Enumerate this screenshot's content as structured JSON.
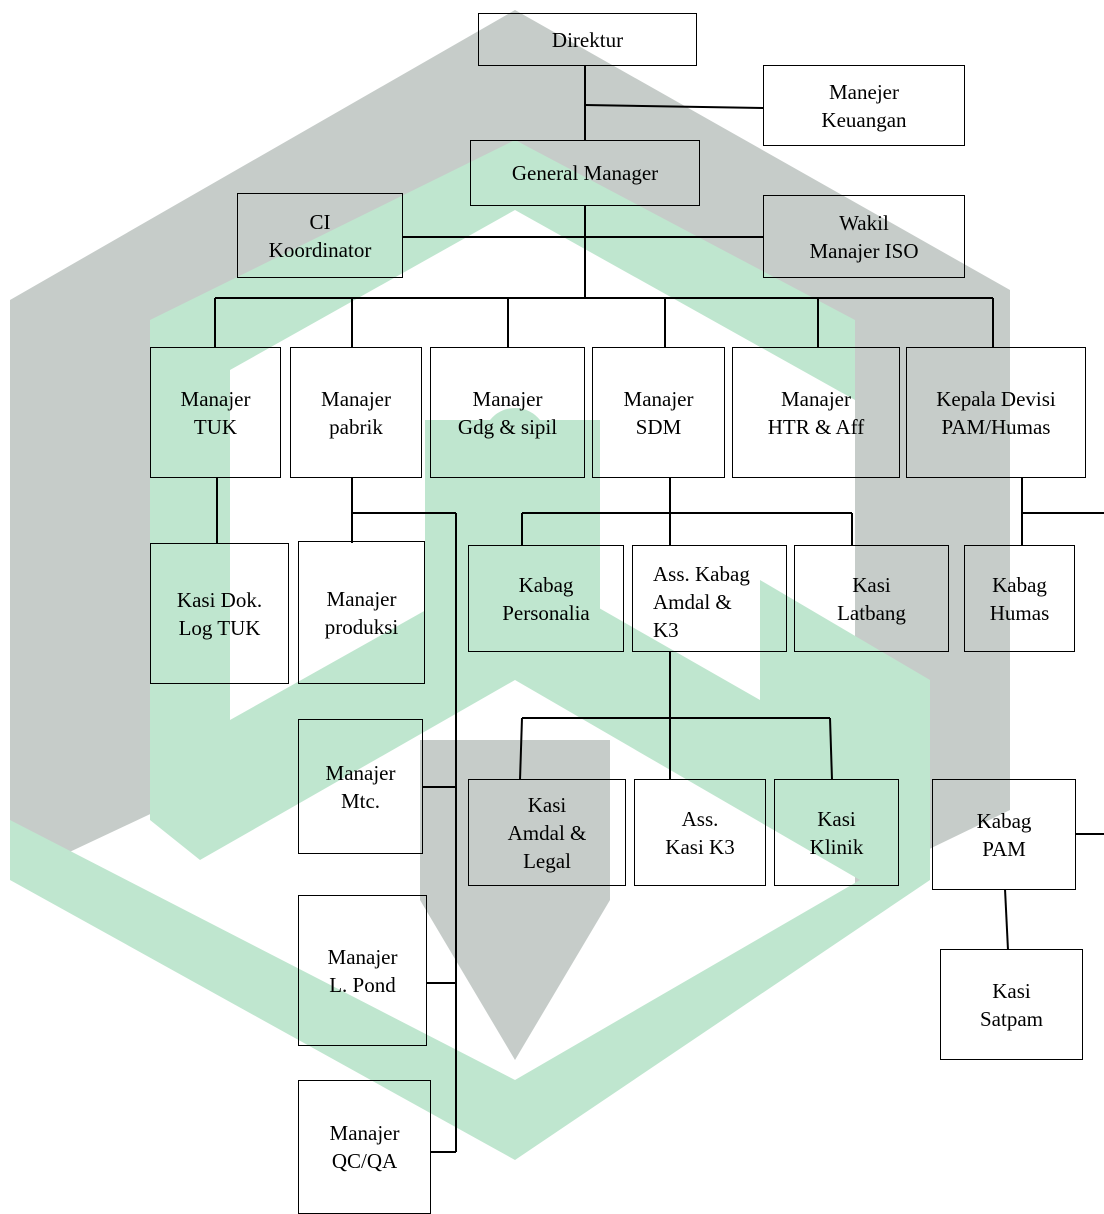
{
  "colors": {
    "watermark_green": "#bfe6cf",
    "watermark_gray": "#c6ccc9",
    "line": "#000000"
  },
  "nodes": {
    "direktur": "Direktur",
    "keuangan": "Manejer\nKeuangan",
    "gm": "General Manager",
    "ci": "CI\nKoordinator",
    "iso": "Wakil\nManajer ISO",
    "tuk": "Manajer\nTUK",
    "pabrik": "Manajer\npabrik",
    "gdg": "Manajer\nGdg & sipil",
    "sdm": "Manajer\nSDM",
    "htr": "Manajer\nHTR  & Aff",
    "pam_humas": "Kepala Devisi\nPAM/Humas",
    "kasi_dok": "Kasi Dok.\nLog TUK",
    "produksi": "Manajer\nproduksi",
    "personalia": "Kabag\nPersonalia",
    "amdal_k3": "Ass. Kabag\nAmdal &\nK3",
    "latbang": "Kasi\nLatbang",
    "humas": "Kabag\nHumas",
    "mtc": "Manajer\nMtc.",
    "lpond": "Manajer\nL. Pond",
    "qcqa": "Manajer\nQC/QA",
    "kasi_amdal": "Kasi\nAmdal &\nLegal",
    "kasi_k3": "Ass.\nKasi K3",
    "klinik": "Kasi\nKlinik",
    "pam": "Kabag\nPAM",
    "satpam": "Kasi\nSatpam"
  }
}
